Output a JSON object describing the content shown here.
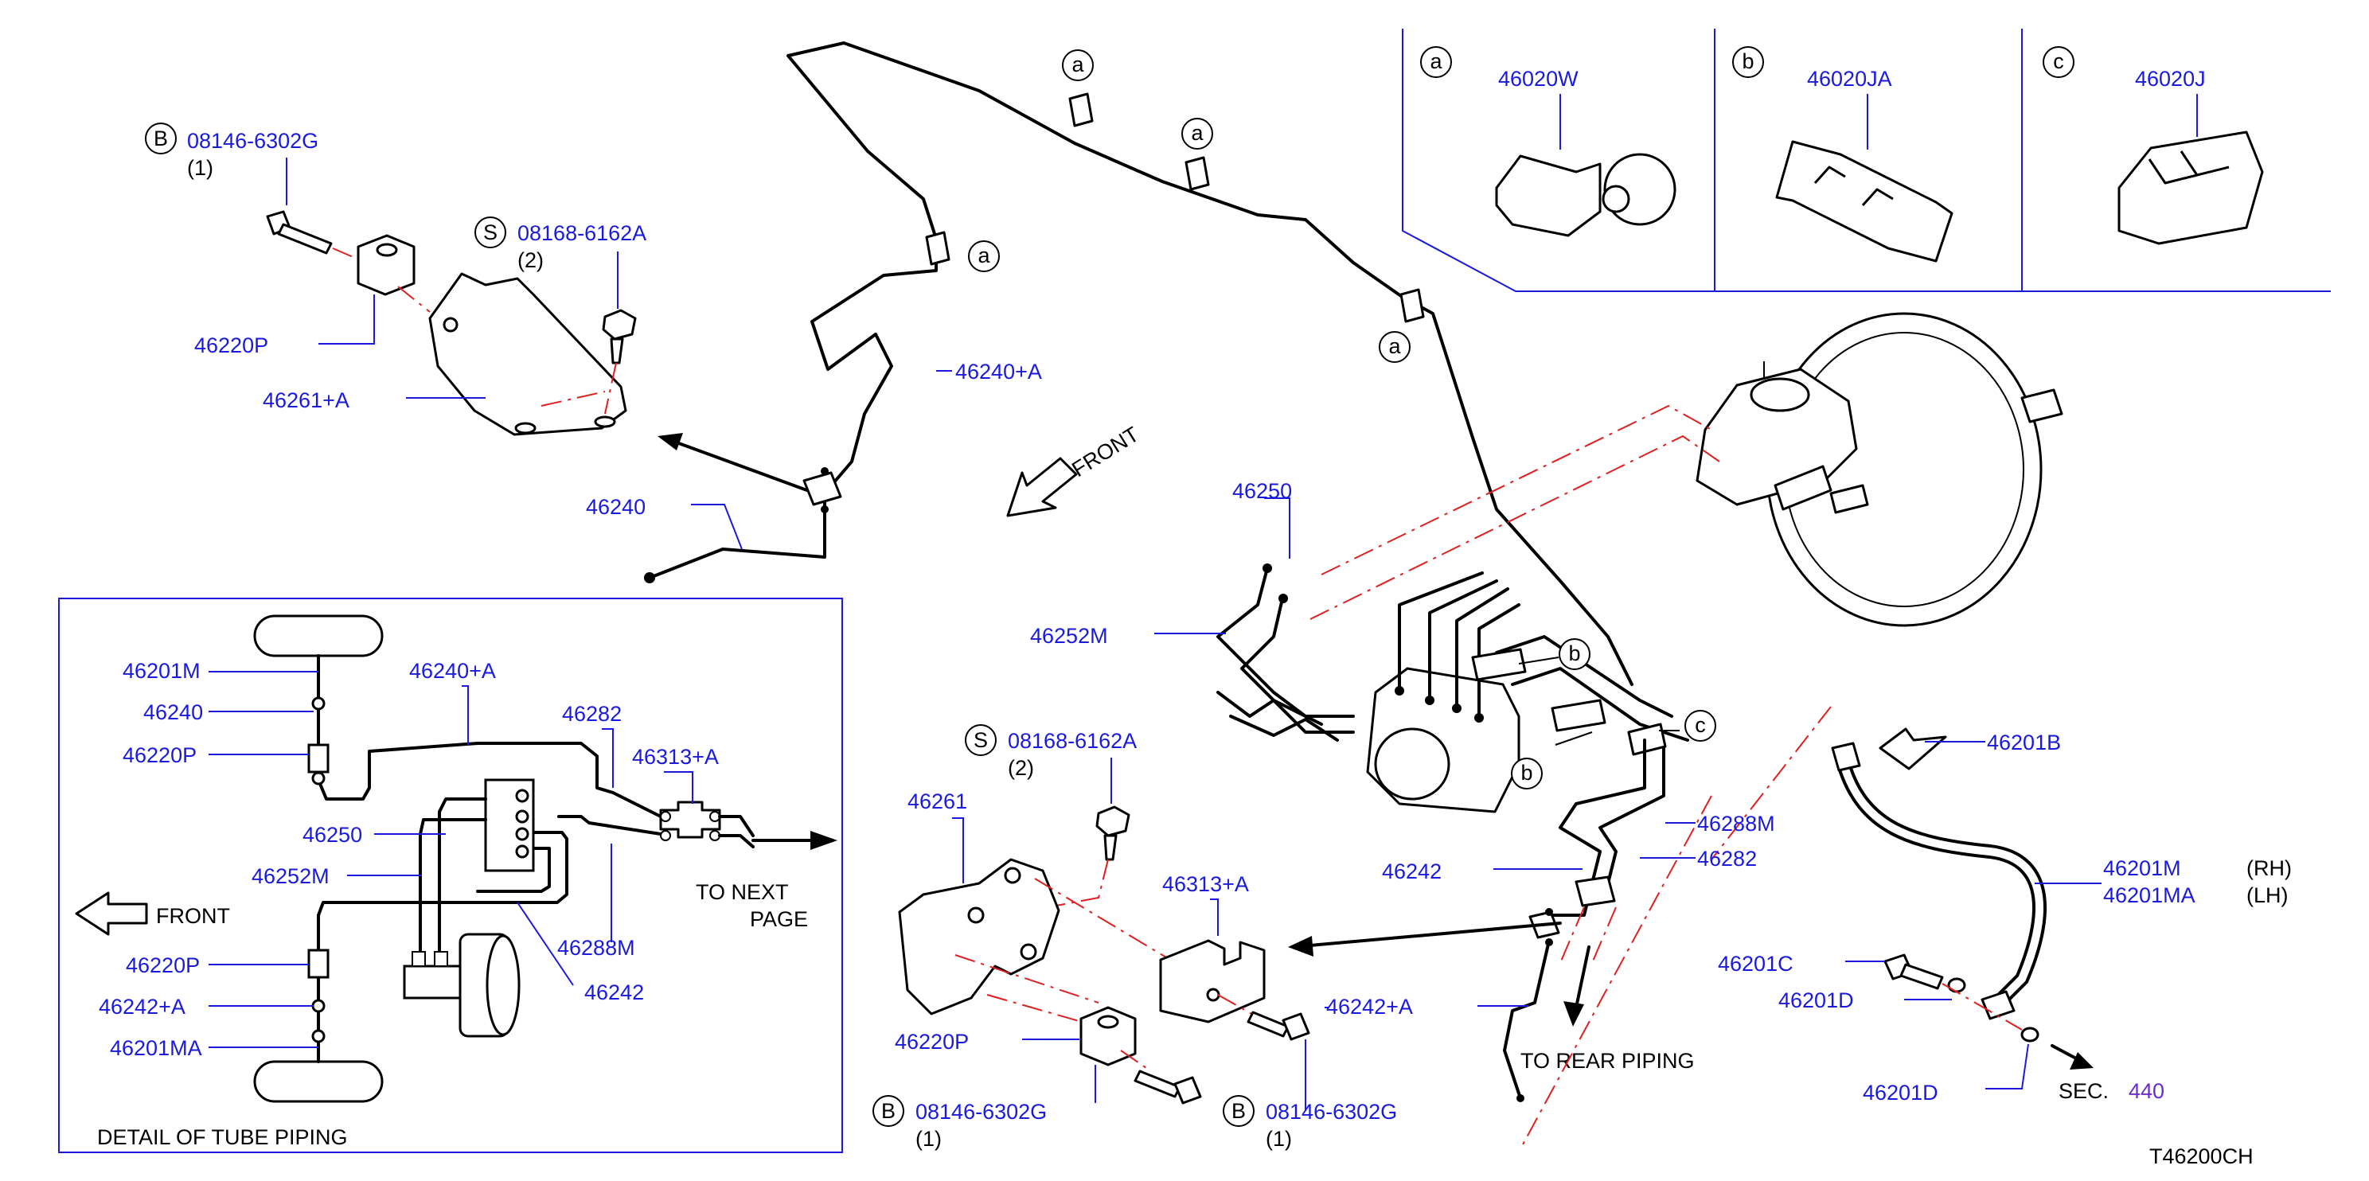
{
  "labels": {
    "b_08146_top": "08146-6302G",
    "b_qty_top": "(1)",
    "s_08168_top": "08168-6162A",
    "s_qty_top": "(2)",
    "p_46220P_top": "46220P",
    "p_46261A_top": "46261+A",
    "p_46240": "46240",
    "p_46240A": "46240+A",
    "front_main": "FRONT",
    "p_46250": "46250",
    "p_46252M": "46252M",
    "p_46020W": "46020W",
    "p_46020JA": "46020JA",
    "p_46020J": "46020J",
    "p_46201B": "46201B",
    "p_46288M": "46288M",
    "p_46282": "46282",
    "p_46242": "46242",
    "p_46201M": "46201M",
    "p_46201MA": "46201MA",
    "rh": "(RH)",
    "lh": "(LH)",
    "p_46201C": "46201C",
    "p_46201D_a": "46201D",
    "p_46201D_b": "46201D",
    "sec": "SEC.",
    "sec_num": "440",
    "to_rear": "TO  REAR  PIPING",
    "s_08168_mid": "08168-6162A",
    "s_qty_mid": "(2)",
    "p_46261": "46261",
    "p_46313A": "46313+A",
    "p_46220P_mid": "46220P",
    "p_46242A": "46242+A",
    "b_08146_mid1": "08146-6302G",
    "b_qty_mid1": "(1)",
    "b_08146_mid2": "08146-6302G",
    "b_qty_mid2": "(1)",
    "code": "T46200CH"
  },
  "circle_letters": {
    "a": "a",
    "b": "b",
    "c": "c",
    "B": "B",
    "S": "S"
  },
  "detail": {
    "title": "DETAIL  OF  TUBE  PIPING",
    "l_46201M": "46201M",
    "l_46240": "46240",
    "l_46220P_top": "46220P",
    "l_46240A": "46240+A",
    "l_46282": "46282",
    "l_46313A": "46313+A",
    "l_46250": "46250",
    "l_46252M": "46252M",
    "l_46288M": "46288M",
    "l_46242": "46242",
    "l_46220P_bot": "46220P",
    "l_46242A": "46242+A",
    "l_46201MA": "46201MA",
    "front": "FRONT",
    "to_next_1": "TO  NEXT",
    "to_next_2": "PAGE"
  },
  "colors": {
    "part_number": "#1a1adf",
    "leader_dash": "#e02020",
    "section_ref": "#6a2ccc"
  }
}
